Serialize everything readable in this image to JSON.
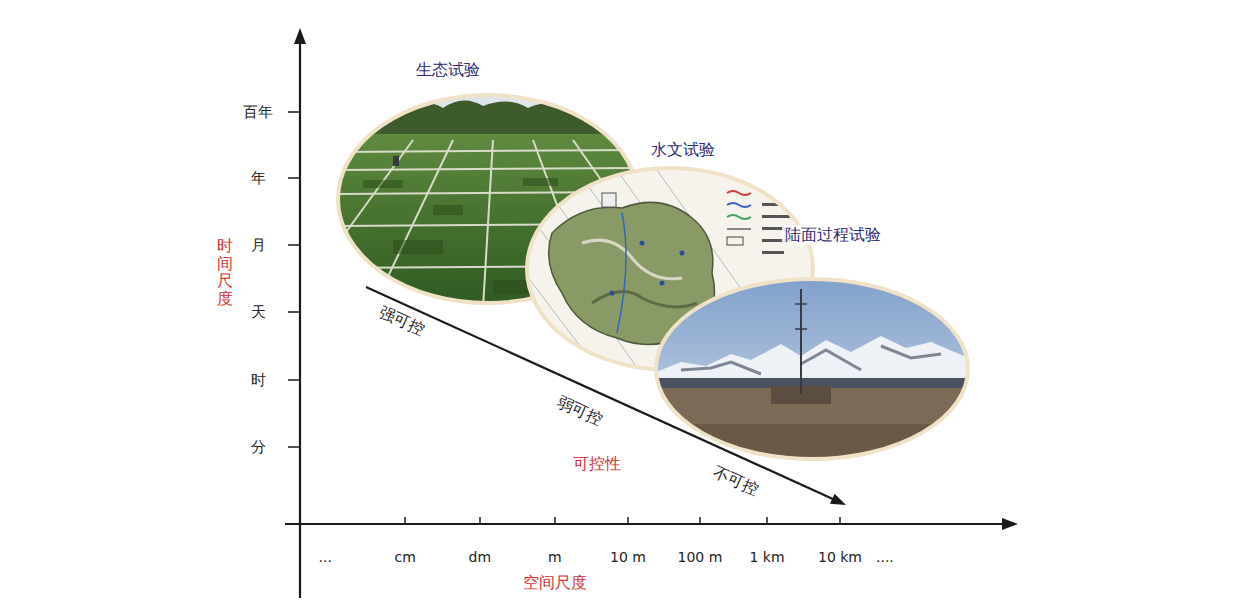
{
  "diagram": {
    "nodes": [
      {
        "text": [
          "生态试验"
        ]
      },
      {
        "text": [
          "水文试验"
        ]
      },
      {
        "text": [
          "陆面过程试验"
        ]
      }
    ],
    "labels": [
      "百年",
      "年",
      "月",
      "天",
      "时",
      "分",
      "时间尺度",
      "...",
      "cm",
      "dm",
      "m",
      "10 m",
      "100 m",
      "1 km",
      "10 km",
      "....",
      "空间尺度",
      "强可控",
      "弱可控",
      "可控性",
      "不可控"
    ]
  }
}
